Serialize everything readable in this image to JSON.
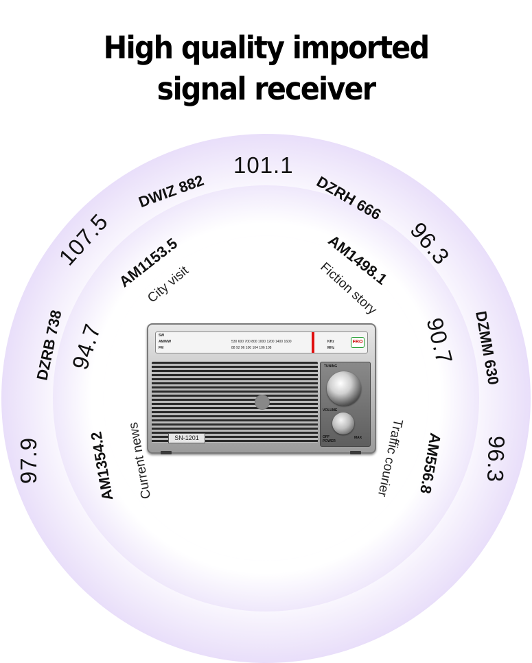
{
  "headline": {
    "line1": "High quality imported",
    "line2": "signal receiver"
  },
  "outer_ring": {
    "freq_top": "101.1",
    "station_top_left": "DWIZ 882",
    "station_top_right": "DZRH 666",
    "freq_upper_left": "107.5",
    "freq_upper_right": "96.3",
    "station_left": "DZRB 738",
    "station_right": "DZMM 630",
    "freq_bottom_left": "97.9",
    "freq_bottom_right": "96.3"
  },
  "middle_ring": {
    "am_upper_left": "AM1153.5",
    "am_upper_right": "AM1498.1",
    "freq_left": "94.7",
    "freq_right": "90.7",
    "am_lower_left": "AM1354.2",
    "am_lower_right": "AM556.8"
  },
  "inner_ring": {
    "program_upper_left": "City visit",
    "program_upper_right": "Fiction story",
    "program_lower_left": "Current news",
    "program_lower_right": "Traffic courier"
  },
  "radio": {
    "model": "SN-1201",
    "band_am": "AM/MW",
    "band_fm": "FM",
    "band_sw": "SW",
    "fm_badge": "FRO",
    "tuning_label": "TUNING",
    "volume_label": "VOLUME",
    "off_label": "OFF",
    "power_label": "POWER",
    "max_label": "MAX",
    "khz_label": "KHz",
    "mhz_label": "MHz",
    "am_scale": "530  600  700  800  1000  1200  1400  1600",
    "fm_scale": "88  92  96  100  104  106  108"
  },
  "colors": {
    "ring_tint": "#cdb6f4",
    "headline": "#000000",
    "needle": "#e01010"
  }
}
